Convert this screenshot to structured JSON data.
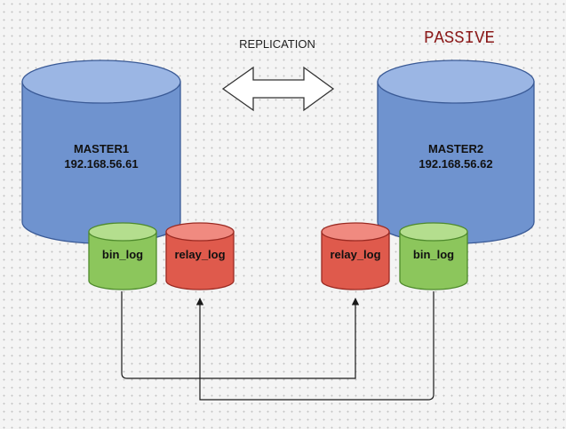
{
  "replication_label": "REPLICATION",
  "status_label": "PASSIVE",
  "master1": {
    "name": "MASTER1",
    "ip": "192.168.56.61",
    "bin_log": "bin_log",
    "relay_log": "relay_log"
  },
  "master2": {
    "name": "MASTER2",
    "ip": "192.168.56.62",
    "bin_log": "bin_log",
    "relay_log": "relay_log"
  },
  "colors": {
    "master_fill": "#6f93cf",
    "master_top": "#9bb6e4",
    "master_stroke": "#3a5a96",
    "bin_fill": "#8cc65c",
    "bin_top": "#b4de8e",
    "bin_stroke": "#4e8a2c",
    "relay_fill": "#df5a4c",
    "relay_top": "#f08a80",
    "relay_stroke": "#9a2a22",
    "line": "#1a1a1a"
  }
}
